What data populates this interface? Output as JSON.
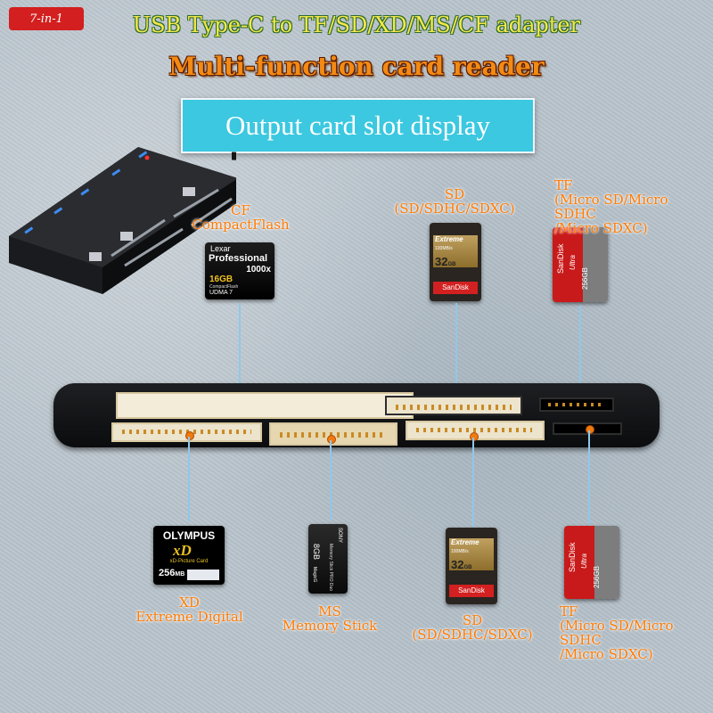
{
  "header": {
    "badge": "7-in-1",
    "title_line1": "USB Type-C to TF/SD/XD/MS/CF adapter",
    "title_line2": "Multi-function card reader",
    "banner": "Output card slot display"
  },
  "slots": {
    "cf": {
      "line1": "CF",
      "line2": "CompactFlash"
    },
    "sd_top": {
      "line1": "SD",
      "line2": "(SD/SDHC/SDXC)"
    },
    "tf_top": {
      "line1": "TF",
      "line2": "(Micro SD/Micro SDHC",
      "line3": "/Micro SDXC)"
    },
    "xd": {
      "line1": "XD",
      "line2": "Extreme Digital"
    },
    "ms": {
      "line1": "MS",
      "line2": "Memory Stick"
    },
    "sd_bottom": {
      "line1": "SD",
      "line2": "(SD/SDHC/SDXC)"
    },
    "tf_bottom": {
      "line1": "TF",
      "line2": "(Micro SD/Micro SDHC",
      "line3": "/Micro SDXC)"
    }
  },
  "cards": {
    "cf": {
      "brand": "Lexar",
      "model": "Professional",
      "speed": "1000x",
      "capacity": "16GB",
      "type": "CompactFlash",
      "mode": "UDMA 7"
    },
    "sd": {
      "brand": "SanDisk",
      "series": "Extreme",
      "speed": "100MB/s",
      "capacity": "32",
      "unit": "GB"
    },
    "tf": {
      "brand": "SanDisk",
      "series": "Ultra",
      "capacity": "256GB"
    },
    "xd": {
      "brand": "OLYMPUS",
      "logo": "xD",
      "type": "xD-Picture Card",
      "capacity": "256",
      "unit": "MB"
    },
    "ms": {
      "brand": "SONY",
      "capacity": "8GB",
      "type": "Memory Stick PRO Duo",
      "tag": "MagicG"
    }
  },
  "colors": {
    "label": "#ff7a00",
    "banner": "#3bc8e0",
    "leader": "#8fc8ea",
    "badge": "#d31f1f"
  }
}
